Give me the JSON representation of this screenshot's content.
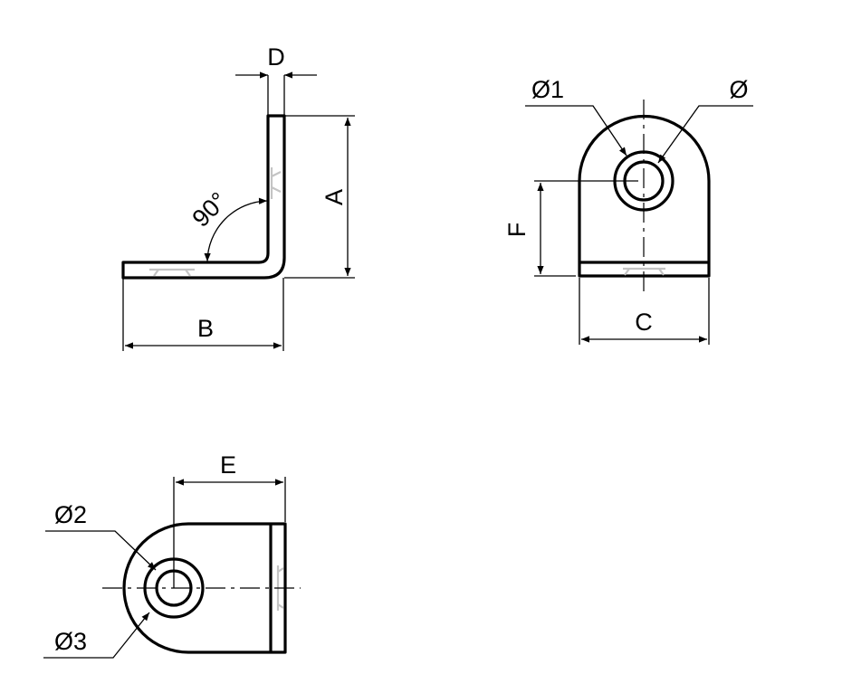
{
  "drawing": {
    "side_view": {
      "dim_thickness": "D",
      "dim_height": "A",
      "dim_length": "B",
      "angle": "90°"
    },
    "front_view": {
      "dim_hole_outer": "Ø1",
      "dim_hole_inner": "Ø",
      "dim_hole_height": "F",
      "dim_width": "C"
    },
    "top_view": {
      "dim_hole_offset": "E",
      "dim_hole_inner": "Ø2",
      "dim_hole_outer": "Ø3"
    }
  },
  "colors": {
    "line": "#000000",
    "weld_mark": "#c4c4c4",
    "background": "#ffffff"
  }
}
